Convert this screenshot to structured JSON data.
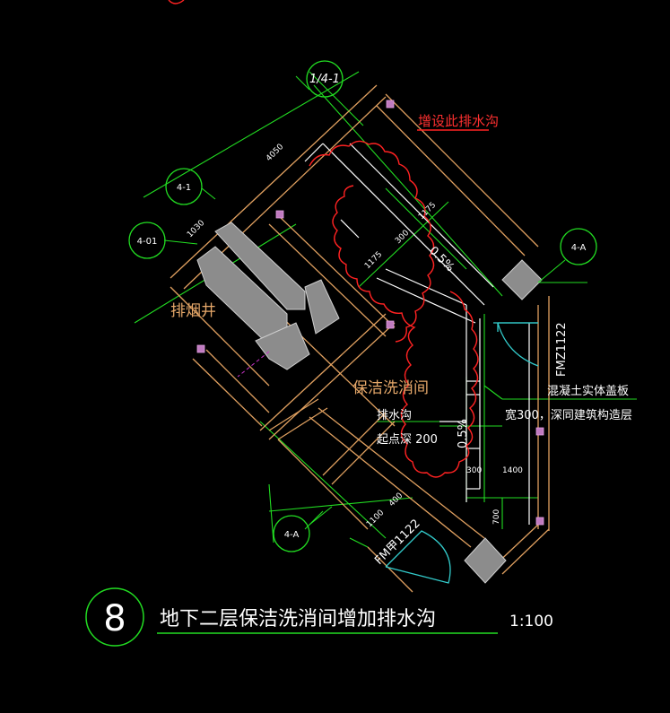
{
  "drawing": {
    "title": "地下二层保洁洗消间增加排水沟",
    "scale": "1:100",
    "detail_number": "8",
    "room_label": "保洁洗消间",
    "shaft_label": "排烟井",
    "note_add_trench": "增设此排水沟",
    "note_trench_line1": "排水沟",
    "note_trench_line2": "起点深 200",
    "note_slab_line1": "混凝土实体盖板",
    "note_slab_line2": "宽300，深同建筑构造层",
    "door_right": "FMZ1122",
    "door_bottom": "FM甲1122",
    "slope_1": "0.5%",
    "slope_2": "0.5%",
    "grid_bubbles": [
      "1/4-1",
      "4-1",
      "4-01",
      "4-A",
      "4-A"
    ],
    "dimensions": [
      "4050",
      "1030",
      "1175",
      "300",
      "1175",
      "300",
      "1400",
      "700",
      "1100",
      "400"
    ]
  },
  "colors": {
    "background": "#000000",
    "wall": "#e0a060",
    "dimension": "#22dd22",
    "revision_cloud": "#ff2222",
    "column": "#8c8c8c",
    "door_swing": "#33cccc"
  }
}
